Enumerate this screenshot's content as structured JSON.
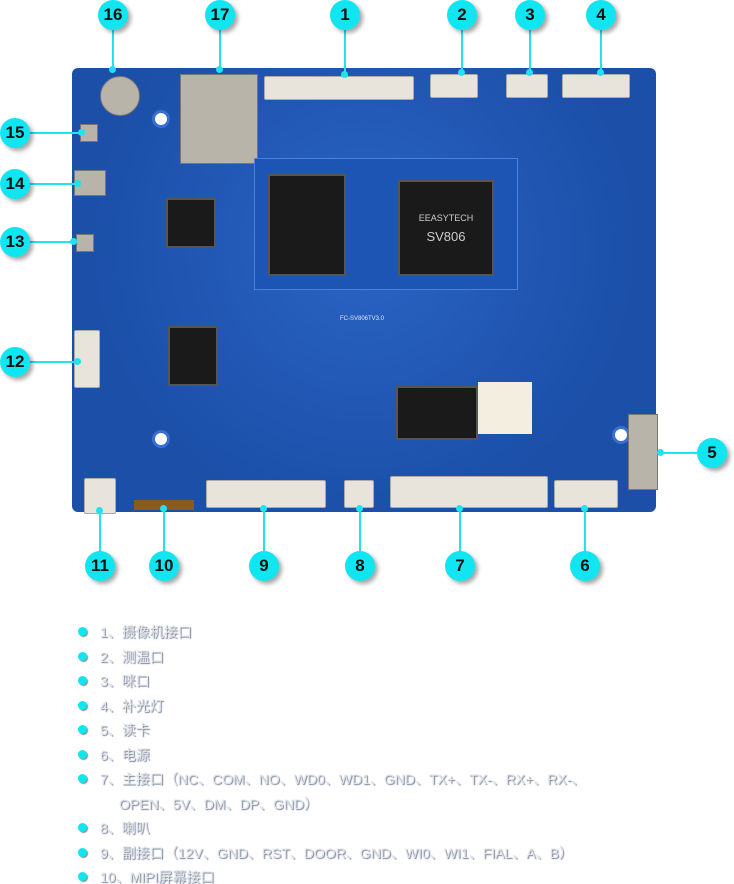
{
  "chip_labels": {
    "soc_brand": "EEASYTECH",
    "soc_model": "SV806",
    "board_name": "FC-SV806TV3.0"
  },
  "callouts": [
    "1",
    "2",
    "3",
    "4",
    "5",
    "6",
    "7",
    "8",
    "9",
    "10",
    "11",
    "12",
    "13",
    "14",
    "15",
    "16",
    "17"
  ],
  "legend": [
    "1、摄像机接口",
    "2、测温口",
    "3、咪口",
    "4、补光灯",
    "5、读卡",
    "6、电源",
    "7、主接口（NC、COM、NO、WD0、WD1、GND、TX+、TX-、RX+、RX-、",
    "OPEN、5V、DM、DP、GND）",
    "8、喇叭",
    "9、副接口（12V、GND、RST、DOOR、GND、WI0、WI1、FIAL、A、B）",
    "10、MIPI屏幕接口"
  ],
  "colors": {
    "board": "#1b4fa8",
    "callout": "#10e6f2"
  }
}
